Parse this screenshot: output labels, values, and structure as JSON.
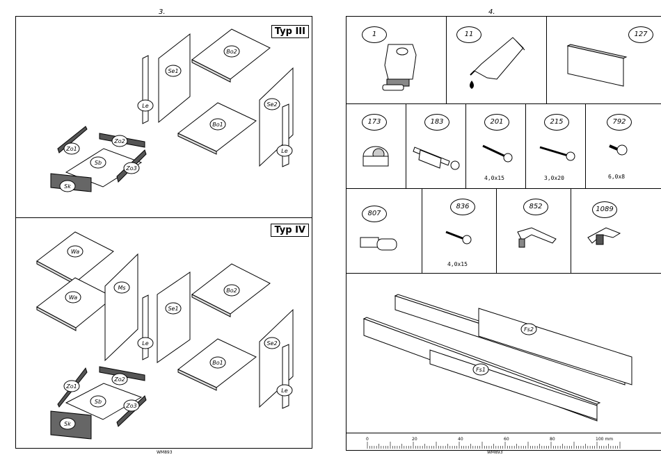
{
  "left_page": {
    "page_number": "3.",
    "footer_code": "WM893",
    "panels": [
      {
        "type_label": "Typ III",
        "parts": [
          "Bo2",
          "Se1",
          "Le",
          "Bo1",
          "Se2",
          "Le",
          "Zo2",
          "Zo1",
          "Sb",
          "Zo3",
          "Sk"
        ]
      },
      {
        "type_label": "Typ IV",
        "parts": [
          "Wa",
          "Wa",
          "Ms",
          "Bo2",
          "Se1",
          "Le",
          "Bo1",
          "Se2",
          "Le",
          "Zo2",
          "Zo1",
          "Sb",
          "Zo3",
          "Sk"
        ]
      }
    ]
  },
  "right_page": {
    "page_number": "4.",
    "footer_code": "WM893",
    "hardware": [
      {
        "part_no": "1",
        "icon": "shelf-support-icon",
        "dim": ""
      },
      {
        "part_no": "11",
        "icon": "glue-tube-icon",
        "dim": ""
      },
      {
        "part_no": "127",
        "icon": "board-icon",
        "dim": ""
      },
      {
        "part_no": "173",
        "icon": "cam-lock-icon",
        "dim": ""
      },
      {
        "part_no": "183",
        "icon": "connector-bolt-icon",
        "dim": ""
      },
      {
        "part_no": "201",
        "icon": "screw-icon",
        "dim": "4,0x15"
      },
      {
        "part_no": "215",
        "icon": "screw-icon",
        "dim": "3,0x20"
      },
      {
        "part_no": "792",
        "icon": "short-screw-icon",
        "dim": "6,0x8"
      },
      {
        "part_no": "807",
        "icon": "dowel-icon",
        "dim": ""
      },
      {
        "part_no": "836",
        "icon": "screw-icon",
        "dim": "4,0x15"
      },
      {
        "part_no": "852",
        "icon": "clip-icon",
        "dim": ""
      },
      {
        "part_no": "1089",
        "icon": "drawer-clip-icon",
        "dim": ""
      }
    ],
    "drawer_slides": [
      "Fs2",
      "Fs1"
    ],
    "ruler": {
      "ticks": [
        "0",
        "20",
        "40",
        "60",
        "80",
        "100 mm"
      ]
    }
  }
}
